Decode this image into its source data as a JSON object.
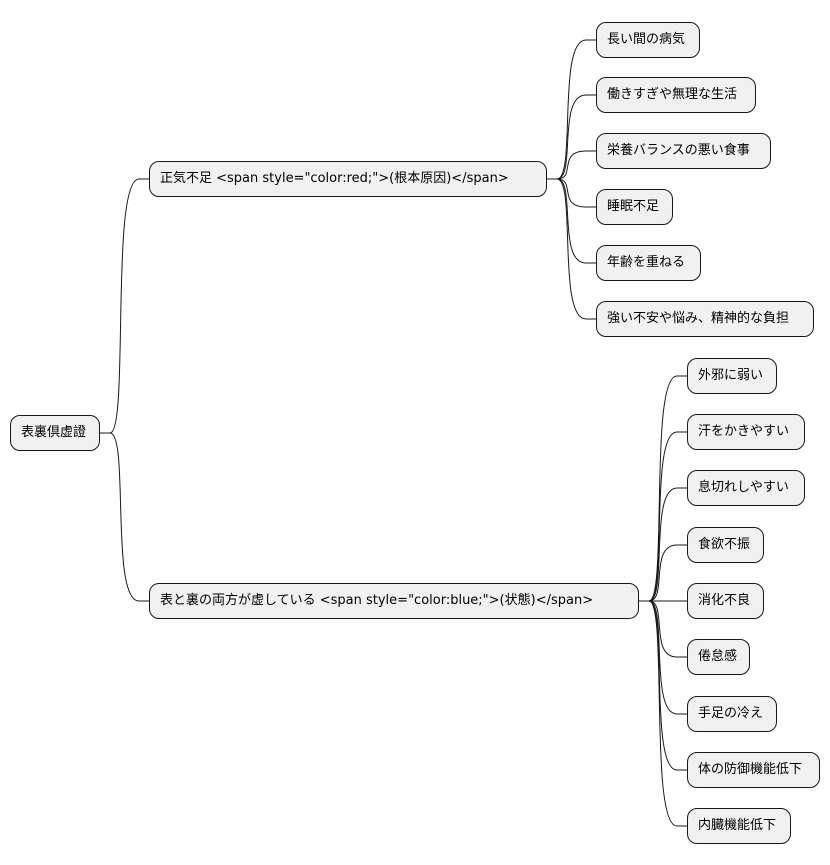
{
  "root": {
    "label": "表裏倶虚證"
  },
  "branches": [
    {
      "label": "正気不足 <span style=\"color:red;\">(根本原因)</span>",
      "children": [
        "長い間の病気",
        "働きすぎや無理な生活",
        "栄養バランスの悪い食事",
        "睡眠不足",
        "年齢を重ねる",
        "強い不安や悩み、精神的な負担"
      ]
    },
    {
      "label": "表と裏の両方が虚している <span style=\"color:blue;\">(状態)</span>",
      "children": [
        "外邪に弱い",
        "汗をかきやすい",
        "息切れしやすい",
        "食欲不振",
        "消化不良",
        "倦怠感",
        "手足の冷え",
        "体の防御機能低下",
        "内臓機能低下"
      ]
    }
  ],
  "colors": {
    "node_fill": "#f1f1f1",
    "node_border": "#181818",
    "line": "#181818",
    "background": "#ffffff"
  }
}
